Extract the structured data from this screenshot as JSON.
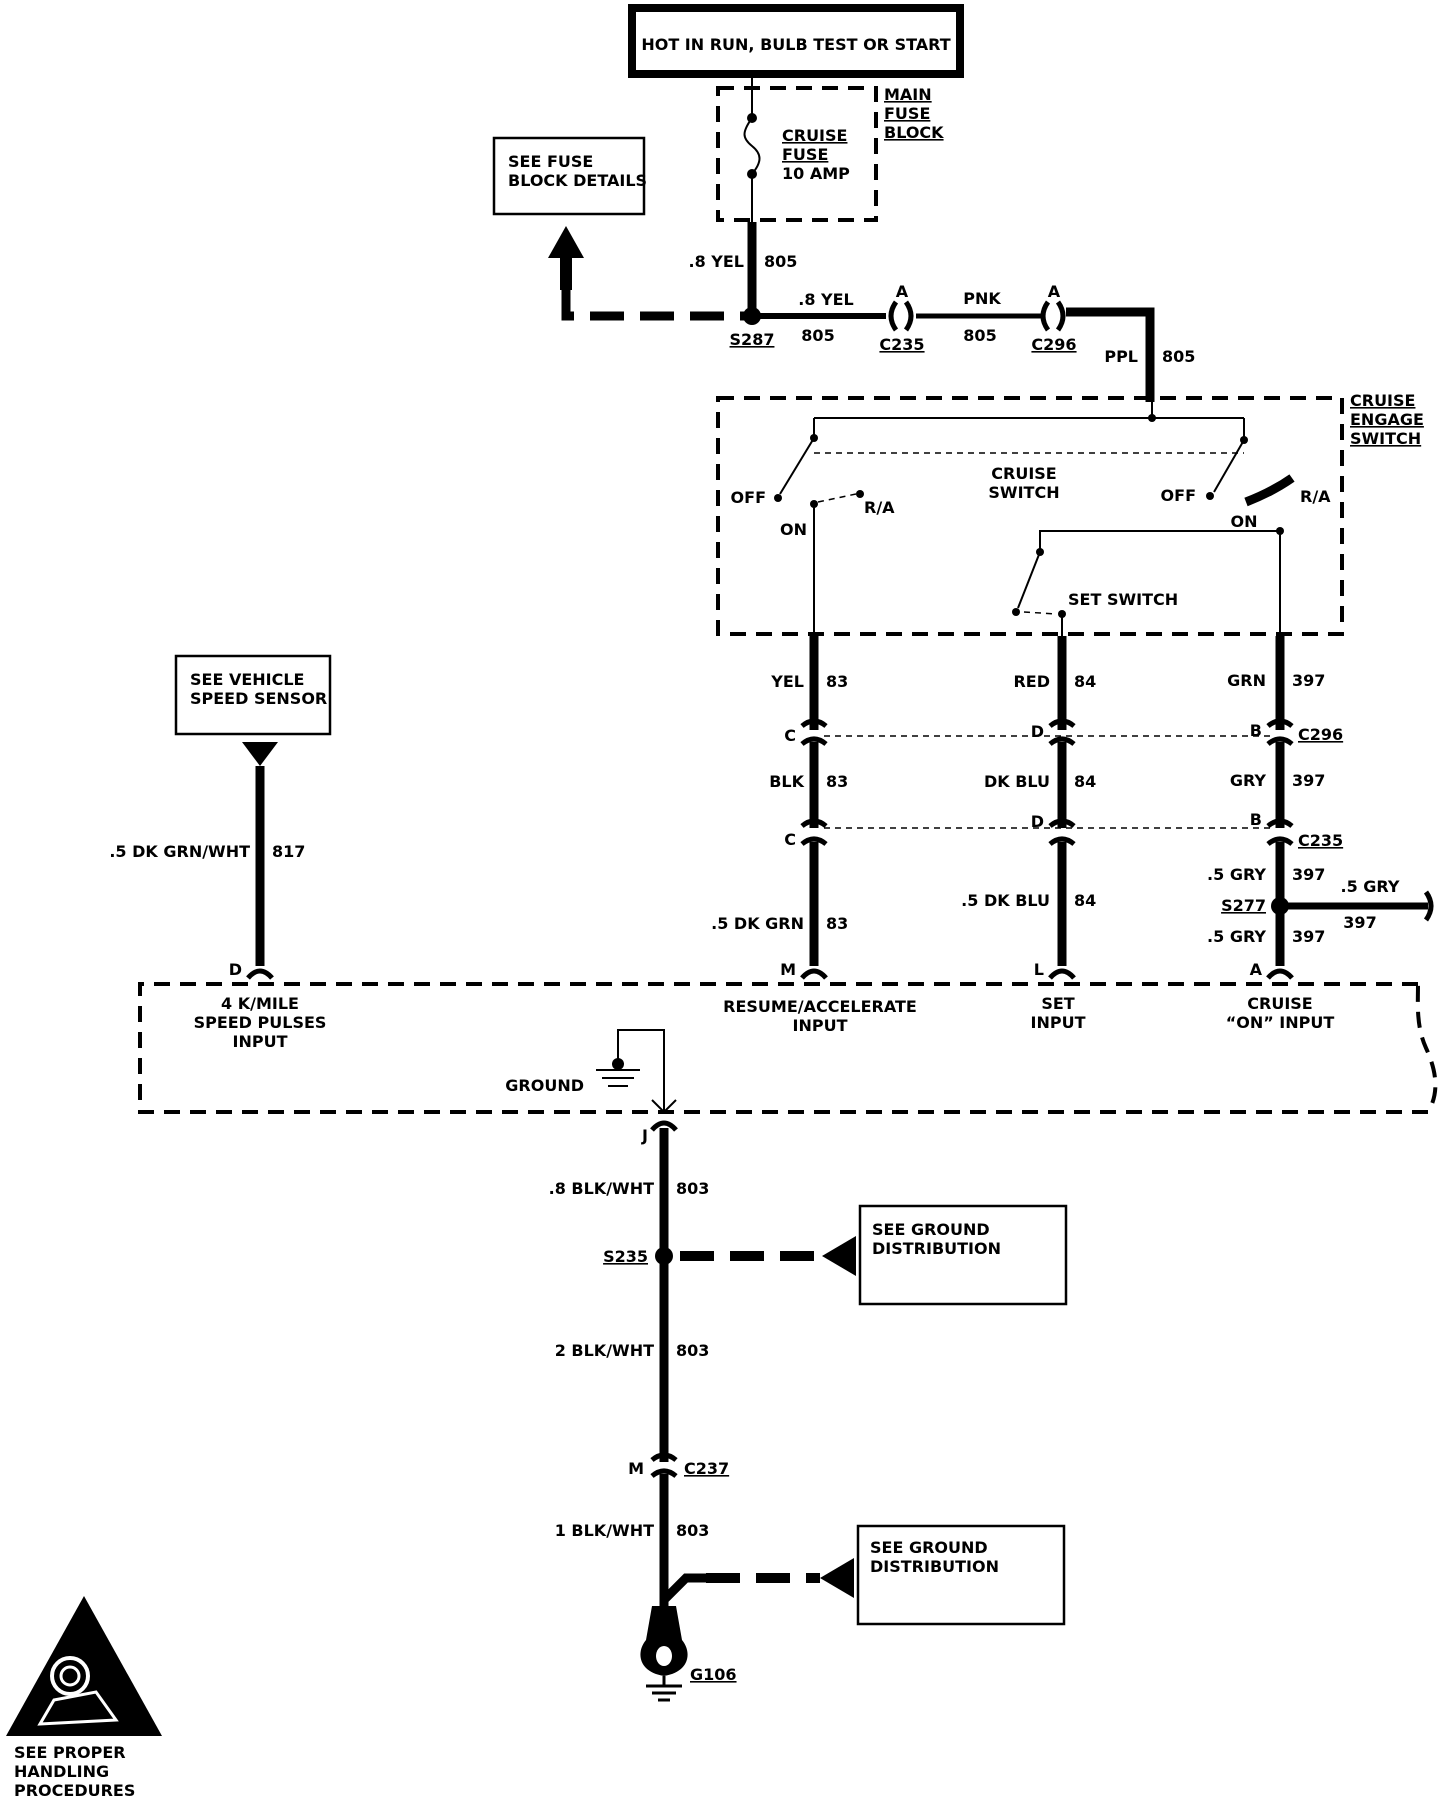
{
  "power_header": "HOT IN RUN, BULB TEST OR START",
  "main_fuse_block": [
    "MAIN",
    "FUSE",
    "BLOCK"
  ],
  "fuse_label": [
    "CRUISE",
    "FUSE",
    "10 AMP"
  ],
  "fuse_details_ref": [
    "SEE FUSE",
    "BLOCK DETAILS"
  ],
  "wires": {
    "w_feed_color": ".8 YEL",
    "w_feed_num": "805",
    "w_s287_color": ".8 YEL",
    "w_s287_num": "805",
    "w_pnk_color": "PNK",
    "w_pnk_num": "805",
    "w_ppl_color": "PPL",
    "w_ppl_num": "805",
    "yel_color": "YEL",
    "yel_num": "83",
    "red_color": "RED",
    "red_num": "84",
    "grn_color": "GRN",
    "grn_num": "397",
    "blk_color": "BLK",
    "blk_num": "83",
    "dkblu_color": "DK BLU",
    "dkblu_num": "84",
    "gry_color": "GRY",
    "gry_num": "397",
    "dkgrn_color": ".5 DK GRN",
    "dkgrn_num": "83",
    "dkblu5_color": ".5 DK BLU",
    "dkblu5_num": "84",
    "gry5a_color": ".5 GRY",
    "gry5a_num": "397",
    "gry5b_color": ".5 GRY",
    "gry5b_num": "397",
    "gry5c_color": ".5 GRY",
    "gry5c_num": "397",
    "vss_color": ".5 DK GRN/WHT",
    "vss_num": "817",
    "g1_color": ".8 BLK/WHT",
    "g1_num": "803",
    "g2_color": "2 BLK/WHT",
    "g2_num": "803",
    "g3_color": "1 BLK/WHT",
    "g3_num": "803"
  },
  "connectors": {
    "c235": "C235",
    "c296": "C296",
    "c237": "C237",
    "s287": "S287",
    "s277": "S277",
    "s235": "S235",
    "g106": "G106",
    "pin_a1": "A",
    "pin_a2": "A",
    "pin_c1": "C",
    "pin_d1": "D",
    "pin_b1": "B",
    "pin_c2": "C",
    "pin_d2": "D",
    "pin_b2": "B",
    "pin_m": "M",
    "pin_l": "L",
    "pin_a3": "A",
    "pin_d3": "D",
    "pin_j": "J",
    "pin_m2": "M"
  },
  "engage_switch": [
    "CRUISE",
    "ENGAGE",
    "SWITCH"
  ],
  "cruise_switch": [
    "CRUISE",
    "SWITCH"
  ],
  "switch_labels": {
    "off_left": "OFF",
    "on_left": "ON",
    "ra_left": "R/A",
    "off_right": "OFF",
    "on_right": "ON",
    "ra_right": "R/A",
    "set_switch": "SET SWITCH"
  },
  "vss_ref": [
    "SEE VEHICLE",
    "SPEED SENSOR"
  ],
  "module_inputs": {
    "speed": [
      "4 K/MILE",
      "SPEED PULSES",
      "INPUT"
    ],
    "resume": [
      "RESUME/ACCELERATE",
      "INPUT"
    ],
    "set": [
      "SET",
      "INPUT"
    ],
    "cruise_on": [
      "CRUISE",
      "“ON” INPUT"
    ],
    "ground": "GROUND"
  },
  "ground_dist_1": [
    "SEE GROUND",
    "DISTRIBUTION"
  ],
  "ground_dist_2": [
    "SEE GROUND",
    "DISTRIBUTION"
  ],
  "handling": [
    "SEE  PROPER",
    "HANDLING",
    "PROCEDURES"
  ]
}
